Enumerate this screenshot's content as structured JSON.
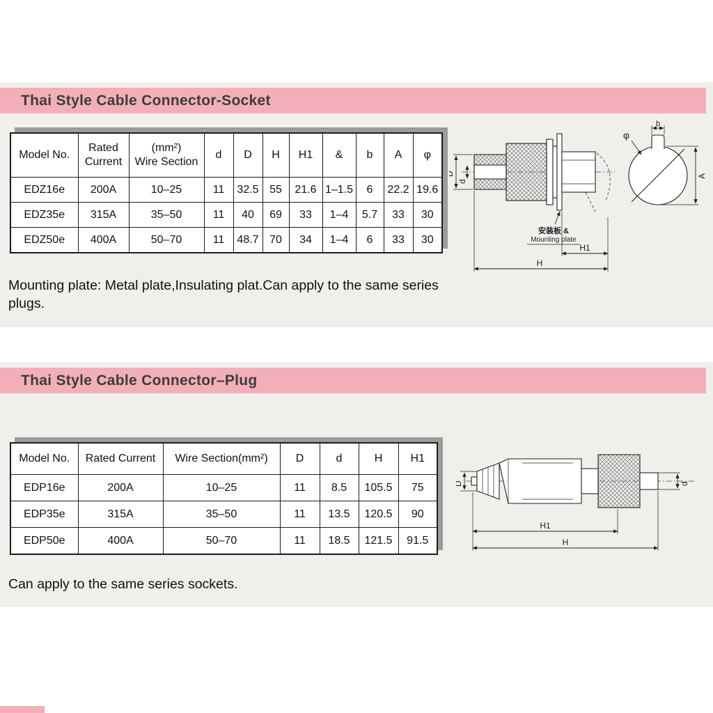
{
  "colors": {
    "header_pink": "#f3afb9",
    "section_gray": "#f0efec"
  },
  "socket": {
    "title": "Thai Style Cable Connector-Socket",
    "table": {
      "headers": [
        "Model No.",
        "Rated\nCurrent",
        "(mm²)\nWire Section",
        "d",
        "D",
        "H",
        "H1",
        "&",
        "b",
        "A",
        "φ"
      ],
      "rows": [
        [
          "EDZ16e",
          "200A",
          "10–25",
          "11",
          "32.5",
          "55",
          "21.6",
          "1–1.5",
          "6",
          "22.2",
          "19.6"
        ],
        [
          "EDZ35e",
          "315A",
          "35–50",
          "11",
          "40",
          "69",
          "33",
          "1–4",
          "5.7",
          "33",
          "30"
        ],
        [
          "EDZ50e",
          "400A",
          "50–70",
          "11",
          "48.7",
          "70",
          "34",
          "1–4",
          "6",
          "33",
          "30"
        ]
      ]
    },
    "note": "Mounting plate: Metal plate,Insulating plat.Can apply to the same series plugs.",
    "drawing": {
      "D_label": "D",
      "d_label": "d",
      "b_label": "b",
      "phi_label": "φ",
      "A_label": "A",
      "mount_cn": "安装板 &",
      "mount_en": "Mounting plate",
      "H1_label": "H1",
      "H_label": "H"
    }
  },
  "plug": {
    "title": "Thai Style Cable Connector–Plug",
    "table": {
      "headers": [
        "Model No.",
        "Rated Current",
        "Wire Section(mm²)",
        "D",
        "d",
        "H",
        "H1"
      ],
      "rows": [
        [
          "EDP16e",
          "200A",
          "10–25",
          "11",
          "8.5",
          "105.5",
          "75"
        ],
        [
          "EDP35e",
          "315A",
          "35–50",
          "11",
          "13.5",
          "120.5",
          "90"
        ],
        [
          "EDP50e",
          "400A",
          "50–70",
          "11",
          "18.5",
          "121.5",
          "91.5"
        ]
      ]
    },
    "note": "Can apply to the same series sockets.",
    "drawing": {
      "D_label": "D",
      "d_label": "d",
      "H1_label": "H1",
      "H_label": "H"
    }
  }
}
